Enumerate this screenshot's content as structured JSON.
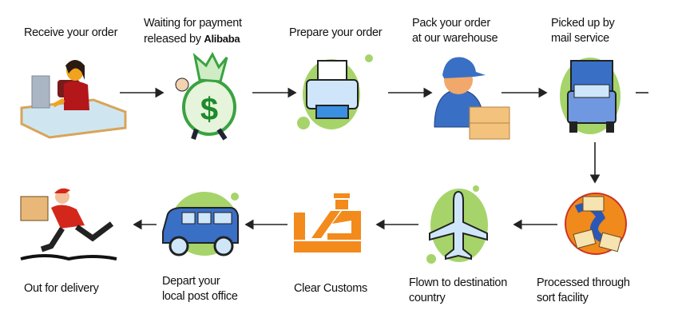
{
  "title": "Order shipping process",
  "steps": [
    {
      "line1": "Receive your order",
      "icon": "customer-at-computer-icon"
    },
    {
      "line1": "Waiting for payment",
      "line2_prefix": "released by ",
      "line2_brand": "Alibaba",
      "icon": "money-bag-icon"
    },
    {
      "line1": "Prepare your order",
      "icon": "printer-icon"
    },
    {
      "line1": "Pack your order",
      "line2": "at our warehouse",
      "icon": "warehouse-worker-icon"
    },
    {
      "line1": "Picked up by",
      "line2": "mail service",
      "icon": "truck-icon"
    },
    {
      "line1": "Processed through",
      "line2": "sort facility",
      "icon": "globe-mail-icon"
    },
    {
      "line1": "Flown to destination",
      "line2": "country",
      "icon": "airplane-icon"
    },
    {
      "line1": "Clear Customs",
      "icon": "customs-officer-icon"
    },
    {
      "line1": "Depart your",
      "line2": "local post office",
      "icon": "van-icon"
    },
    {
      "line1": "Out for delivery",
      "icon": "delivery-man-icon"
    }
  ],
  "colors": {
    "green": "#a6d46a",
    "blue": "#3a6fc6",
    "orange": "#f28a1c",
    "arrow": "#222222"
  }
}
